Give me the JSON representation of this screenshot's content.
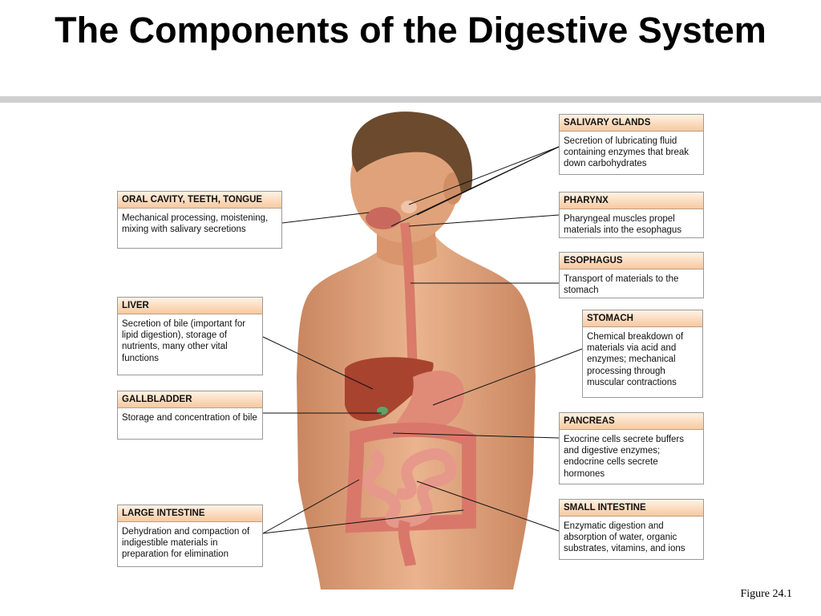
{
  "title": "The Components of the Digestive System",
  "figure_label": "Figure 24.1",
  "labels": {
    "salivary": {
      "head": "SALIVARY GLANDS",
      "body": "Secretion of lubricating fluid containing enzymes that break down carbohydrates"
    },
    "pharynx": {
      "head": "PHARYNX",
      "body": "Pharyngeal muscles propel materials into the esophagus"
    },
    "esophagus": {
      "head": "ESOPHAGUS",
      "body": "Transport of materials to the stomach"
    },
    "stomach": {
      "head": "STOMACH",
      "body": "Chemical breakdown of materials via acid and enzymes; mechanical processing through muscular contractions"
    },
    "pancreas": {
      "head": "PANCREAS",
      "body": "Exocrine cells secrete buffers and digestive enzymes; endocrine cells secrete hormones"
    },
    "small_intestine": {
      "head": "SMALL INTESTINE",
      "body": "Enzymatic digestion and absorption of water, organic substrates, vitamins, and ions"
    },
    "oral": {
      "head": "ORAL CAVITY, TEETH, TONGUE",
      "body": "Mechanical processing, moistening, mixing with salivary secretions"
    },
    "liver": {
      "head": "LIVER",
      "body": "Secretion of bile (important for lipid digestion), storage of nutrients, many other vital functions"
    },
    "gallbladder": {
      "head": "GALLBLADDER",
      "body": "Storage and concentration of bile"
    },
    "large_intestine": {
      "head": "LARGE INTESTINE",
      "body": "Dehydration and compaction of indigestible materials in preparation for elimination"
    }
  },
  "colors": {
    "skin": "#e2a57c",
    "skin_shadow": "#c98660",
    "hair": "#6b4a2e",
    "organ": "#d9786a",
    "liver": "#a8432f",
    "header_fill": "#f7c9a0",
    "rule": "#cfcfcf"
  }
}
